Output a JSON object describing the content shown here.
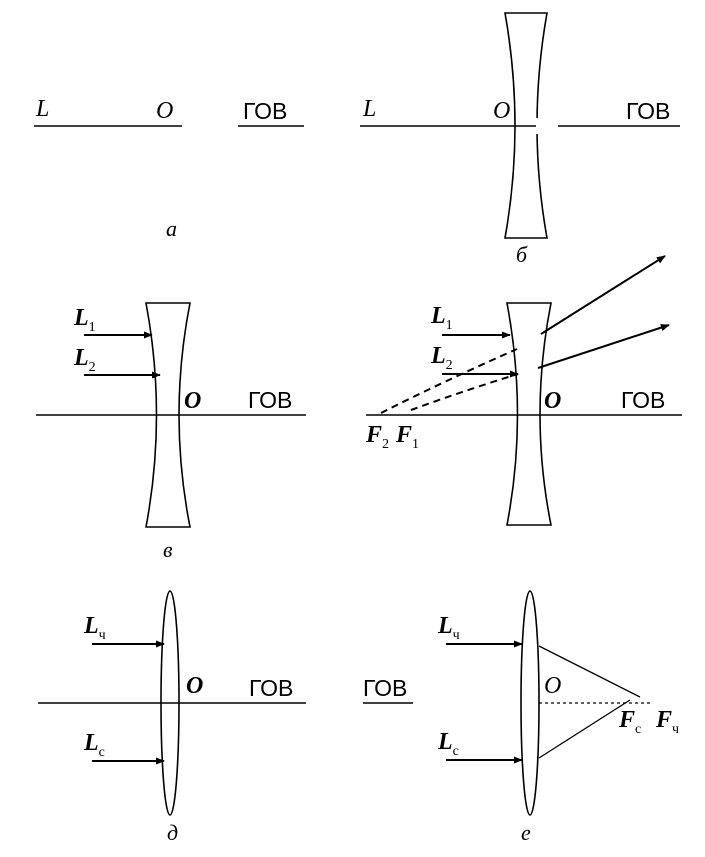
{
  "panels": {
    "a": {
      "caption": "а",
      "beam_label": "L",
      "center_label": "O",
      "axis_label": "ГОВ"
    },
    "b": {
      "caption": "б",
      "beam_label": "L",
      "center_label": "O",
      "axis_label": "ГОВ"
    },
    "v": {
      "caption": "в",
      "beam_labels": [
        {
          "main": "L",
          "sub": "1"
        },
        {
          "main": "L",
          "sub": "2"
        }
      ],
      "center_label": "O",
      "axis_label": "ГОВ"
    },
    "g": {
      "beam_labels": [
        {
          "main": "L",
          "sub": "1"
        },
        {
          "main": "L",
          "sub": "2"
        }
      ],
      "center_label": "O",
      "axis_label": "ГОВ",
      "focus_labels": [
        {
          "main": "F",
          "sub": "2"
        },
        {
          "main": "F",
          "sub": "1"
        }
      ]
    },
    "d": {
      "caption": "д",
      "beam_labels": [
        {
          "main": "L",
          "sub": "ч"
        },
        {
          "main": "L",
          "sub": "с"
        }
      ],
      "center_label": "O",
      "axis_label": "ГОВ"
    },
    "e": {
      "caption": "е",
      "beam_labels": [
        {
          "main": "L",
          "sub": "ч"
        },
        {
          "main": "L",
          "sub": "с"
        }
      ],
      "center_label": "O",
      "axis_label": "ГОВ",
      "focus_labels": [
        {
          "main": "F",
          "sub": "с"
        },
        {
          "main": "F",
          "sub": "ч"
        }
      ]
    }
  },
  "colors": {
    "ink": "#000000",
    "background": "#ffffff"
  }
}
